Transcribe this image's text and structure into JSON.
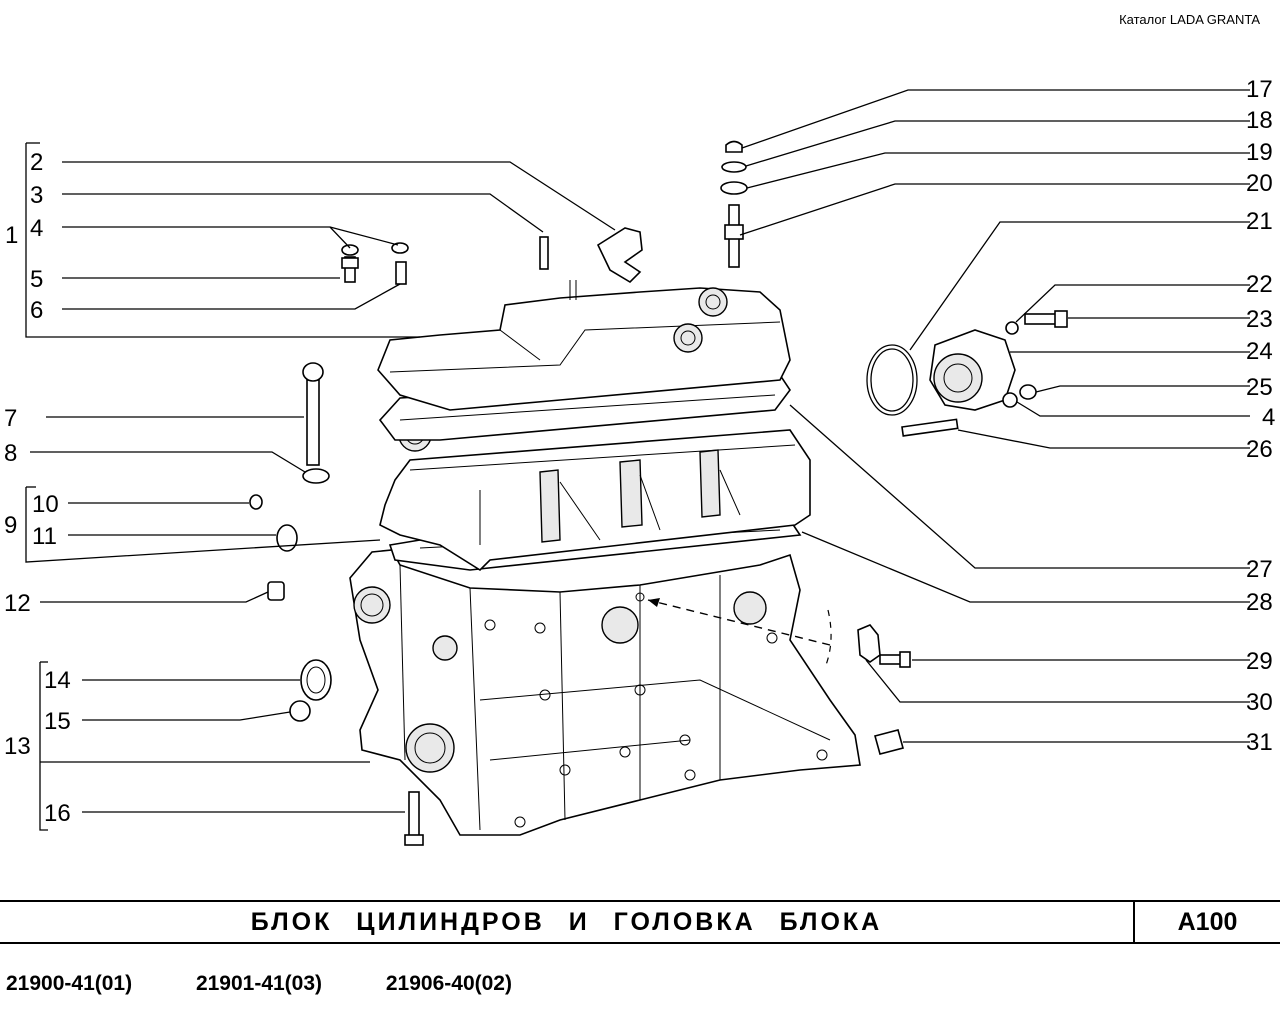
{
  "header": {
    "catalog": "Каталог LADA  GRANTA"
  },
  "callouts": {
    "c1": "1",
    "c2": "2",
    "c3": "3",
    "c4a": "4",
    "c5": "5",
    "c6": "6",
    "c7": "7",
    "c8": "8",
    "c9": "9",
    "c10": "10",
    "c11": "11",
    "c12": "12",
    "c13": "13",
    "c14": "14",
    "c15": "15",
    "c16": "16",
    "c17": "17",
    "c18": "18",
    "c19": "19",
    "c20": "20",
    "c21": "21",
    "c22": "22",
    "c23": "23",
    "c24": "24",
    "c25": "25",
    "c4b": "4",
    "c26": "26",
    "c27": "27",
    "c28": "28",
    "c29": "29",
    "c30": "30",
    "c31": "31"
  },
  "footer": {
    "title": "БЛОК  ЦИЛИНДРОВ  И  ГОЛОВКА  БЛОКА",
    "page_code": "A100",
    "models": [
      "21900-41(01)",
      "21901-41(03)",
      "21906-40(02)"
    ]
  }
}
